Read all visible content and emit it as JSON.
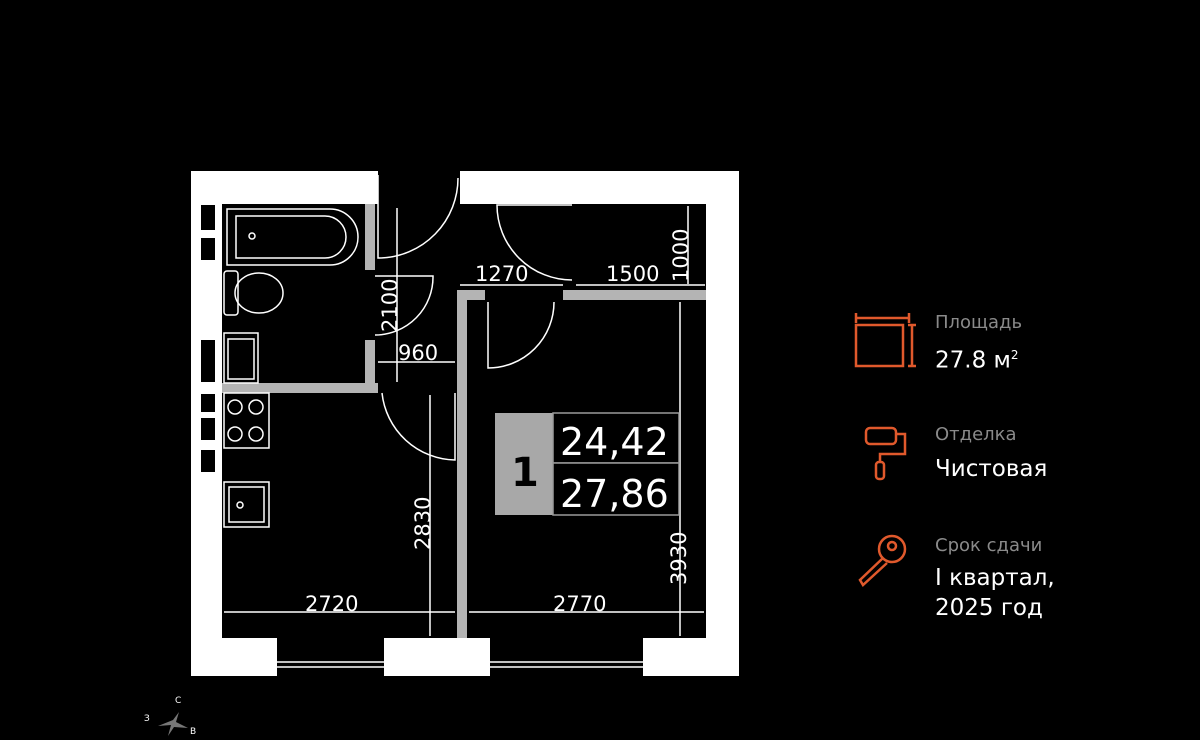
{
  "plan": {
    "rooms_count": "1",
    "living_area": "24,42",
    "total_area": "27,86",
    "dimensions": {
      "bath_height": "2100",
      "corridor_width": "960",
      "door_width": "1270",
      "hall_width": "1500",
      "hall_depth": "1000",
      "kitchen_height": "2830",
      "kitchen_width": "2720",
      "room_width": "2770",
      "room_height": "3930"
    }
  },
  "info": {
    "area": {
      "label": "Площадь",
      "value": "27.8 м",
      "unit_sup": "2",
      "icon": "area-icon"
    },
    "finish": {
      "label": "Отделка",
      "value": "Чистовая",
      "icon": "paint-roller-icon"
    },
    "delivery": {
      "label": "Срок сдачи",
      "value_line1": "I квартал,",
      "value_line2": "2025 год",
      "icon": "key-icon"
    }
  },
  "compass": {
    "north": "С",
    "west": "З",
    "east": "В"
  },
  "colors": {
    "accent": "#e0592c",
    "wall": "#ffffff",
    "partition": "#b4b4b4",
    "label_gray": "#8a8a8a"
  }
}
